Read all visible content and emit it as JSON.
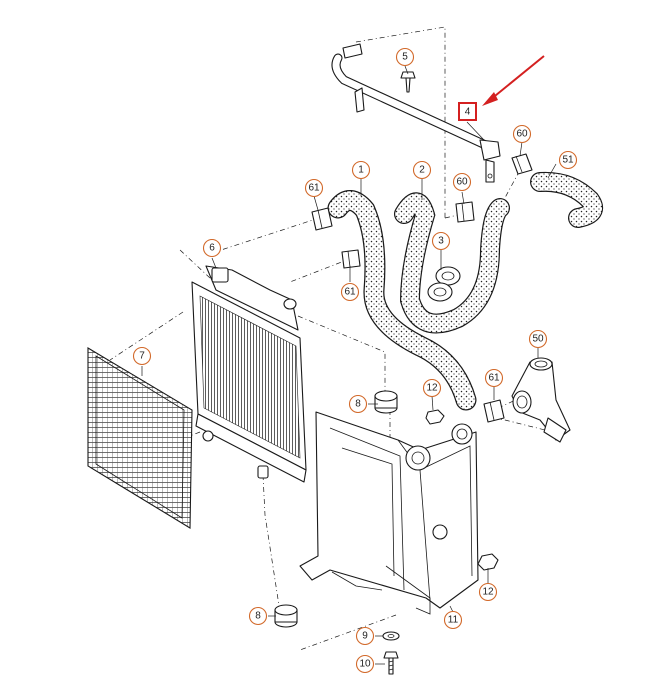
{
  "callouts": {
    "c1": "1",
    "c2": "2",
    "c3": "3",
    "c4": "4",
    "c5": "5",
    "c6": "6",
    "c7": "7",
    "c8a": "8",
    "c8b": "8",
    "c9": "9",
    "c10": "10",
    "c11": "11",
    "c12a": "12",
    "c12b": "12",
    "c50": "50",
    "c51": "51",
    "c60a": "60",
    "c60b": "60",
    "c61a": "61",
    "c61b": "61",
    "c61c": "61"
  },
  "colors": {
    "callout_ring": "#d2692a",
    "highlight_box": "#d42020",
    "arrow": "#d42020",
    "line_art": "#1a1a1a"
  },
  "highlighted_part": "4"
}
